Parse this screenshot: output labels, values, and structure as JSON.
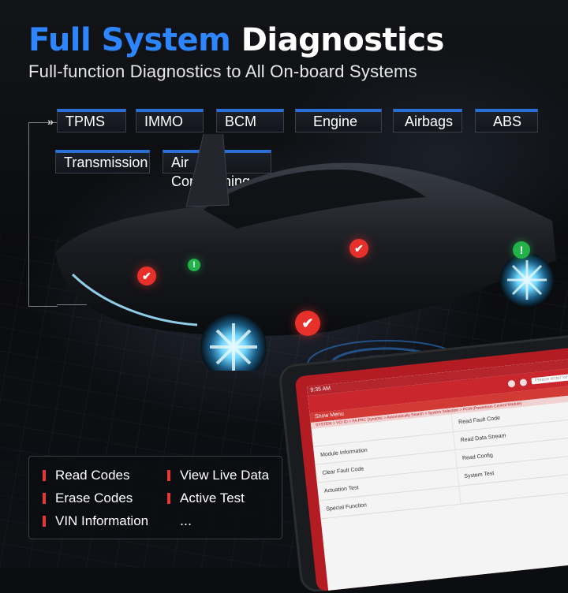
{
  "header": {
    "title_part1": "Full System",
    "title_part2": "Diagnostics",
    "subtitle": "Full-function Diagnostics to All On-board Systems"
  },
  "systems": {
    "chevron": "»",
    "items": [
      "TPMS",
      "IMMO",
      "BCM",
      "Engine",
      "Airbags",
      "ABS",
      "Transmission",
      "Air Conditioning"
    ]
  },
  "status_markers": {
    "ok_icon": "check-icon",
    "warn_icon": "exclamation-icon",
    "ok_glyph": "✔",
    "warn_glyph": "!",
    "ok_color": "#e8302b",
    "warn_color": "#23b24a"
  },
  "features": {
    "items": [
      "Read Codes",
      "View Live Data",
      "Erase Codes",
      "Active Test",
      "VIN Information"
    ],
    "more": "..."
  },
  "tablet": {
    "time": "9:35 AM",
    "search_placeholder": "Please enter keyword",
    "menu_title": "Show Menu",
    "breadcrumb": "SYSTEM > VCI ID > FA PRC Dynamic > Automatically Search > System Selection > PCM (Powertrain Control Module)",
    "rows": [
      [
        "",
        "Read Fault Code"
      ],
      [
        "Module Information",
        "Read Data Stream"
      ],
      [
        "Clear Fault Code",
        "Read Config"
      ],
      [
        "Actuation Test",
        "System Test"
      ],
      [
        "Special Function",
        ""
      ]
    ]
  }
}
